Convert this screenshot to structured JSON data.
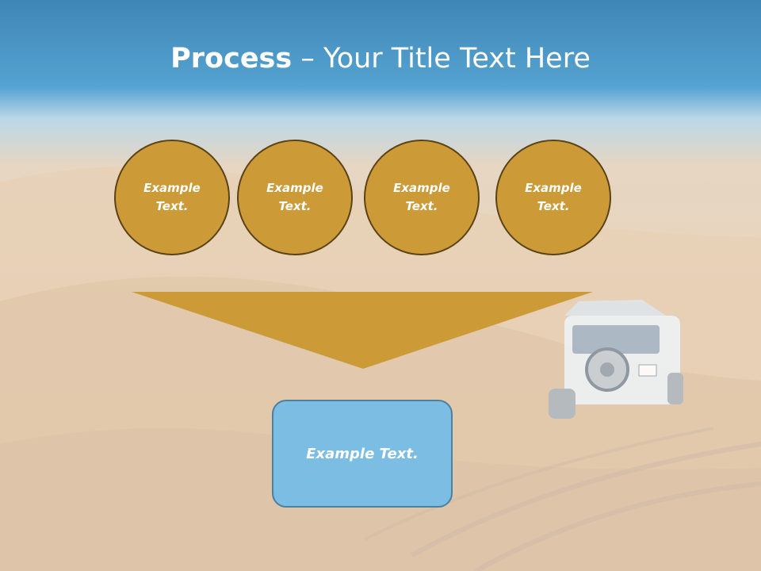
{
  "slide": {
    "title_bold": "Process",
    "title_rest": " – Your Title Text Here",
    "steps": [
      {
        "label": "Example Text."
      },
      {
        "label": "Example Text."
      },
      {
        "label": "Example Text."
      },
      {
        "label": "Example Text."
      }
    ],
    "result_label": "Example Text."
  },
  "colors": {
    "circle_fill": "#cc9a36",
    "circle_border": "#5b4318",
    "funnel_fill": "#cc9a36",
    "result_fill": "#7bbde3",
    "result_border": "#4d7fa0",
    "header_blue": "#4a97c8"
  }
}
